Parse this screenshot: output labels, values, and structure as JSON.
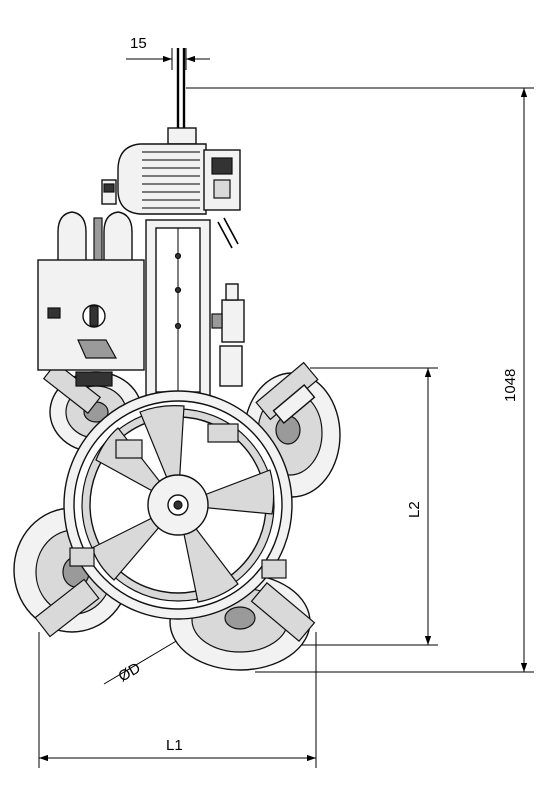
{
  "dimensions": {
    "top_offset": "15",
    "total_height": "1048",
    "l2": "L2",
    "l1": "L1",
    "diameter": "ØD"
  }
}
